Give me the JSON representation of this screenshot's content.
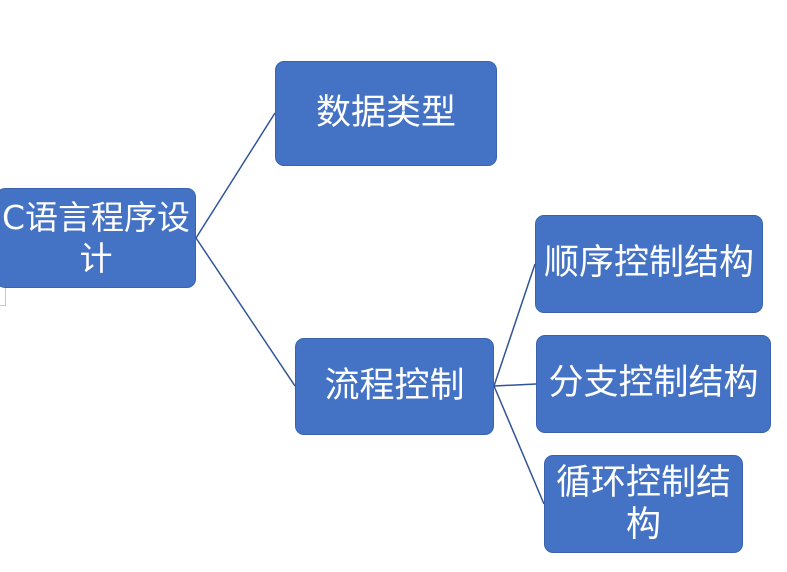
{
  "diagram": {
    "root": {
      "label": "C语言程序设计"
    },
    "children": [
      {
        "label": "数据类型"
      },
      {
        "label": "流程控制",
        "children": [
          {
            "label": "顺序控制结构"
          },
          {
            "label": "分支控制结构"
          },
          {
            "label": "循环控制结构"
          }
        ]
      }
    ]
  },
  "colors": {
    "node_fill": "#4472C4",
    "node_border": "#3A63AE",
    "connector": "#2F5597",
    "node_text": "#FFFFFF"
  }
}
